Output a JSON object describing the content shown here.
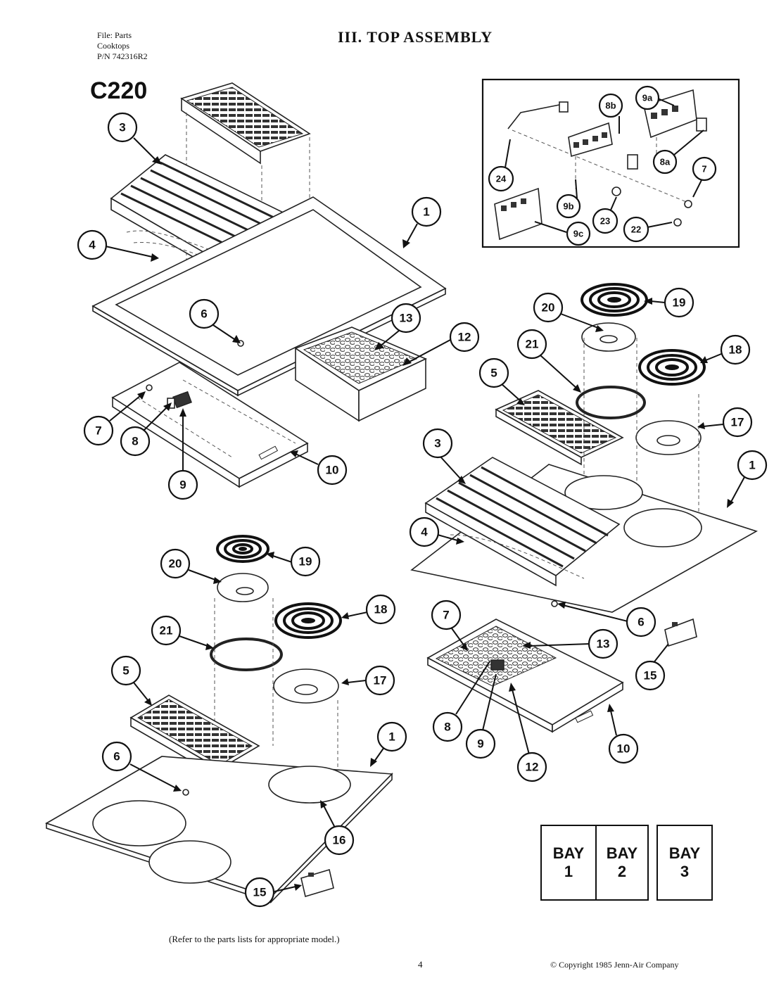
{
  "header": {
    "file_lines": [
      "File: Parts",
      "Cooktops",
      "P/N 742316R2"
    ],
    "title": "III.  TOP ASSEMBLY",
    "model": "C220"
  },
  "callouts": {
    "upper_left": [
      "3",
      "4",
      "1",
      "6",
      "13",
      "12",
      "7",
      "8",
      "9",
      "10"
    ],
    "inset": [
      "9a",
      "8b",
      "24",
      "8a",
      "7",
      "9b",
      "23",
      "22",
      "9c"
    ],
    "right": [
      "20",
      "19",
      "21",
      "18",
      "5",
      "17",
      "3",
      "1",
      "4",
      "6",
      "15",
      "7",
      "13",
      "8",
      "9",
      "12",
      "10"
    ],
    "lower_left": [
      "20",
      "19",
      "18",
      "21",
      "17",
      "5",
      "1",
      "6",
      "16",
      "15"
    ]
  },
  "bays": [
    {
      "label": "BAY\n1"
    },
    {
      "label": "BAY\n2"
    },
    {
      "label": "BAY\n3"
    }
  ],
  "footer": {
    "note": "(Refer to the parts lists for appropriate model.)",
    "page": "4",
    "copyright": "© Copyright 1985 Jenn-Air Company"
  }
}
